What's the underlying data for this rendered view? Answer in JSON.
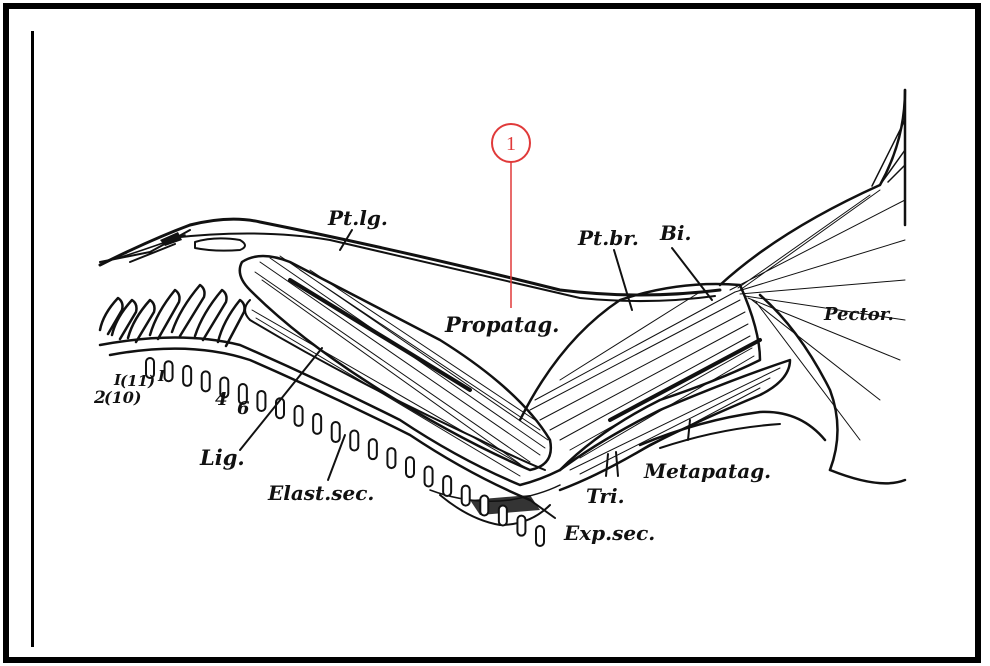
{
  "callout": {
    "number": "1",
    "color": "#e03a3a"
  },
  "labels": {
    "pt_lg": "Pt.lg.",
    "propatag": "Propatag.",
    "pt_br": "Pt.br.",
    "bi": "Bi.",
    "pector": "Pector.",
    "metapatag": "Metapatag.",
    "tri": "Tri.",
    "exp_sec": "Exp.sec.",
    "elast_sec": "Elast.sec.",
    "lig": "Lig."
  },
  "numerals": {
    "n2": "2",
    "n10": "(10)",
    "nI_a": "I",
    "n11": "(11)",
    "nI_b": "I",
    "n4": "4",
    "n6": "6"
  }
}
